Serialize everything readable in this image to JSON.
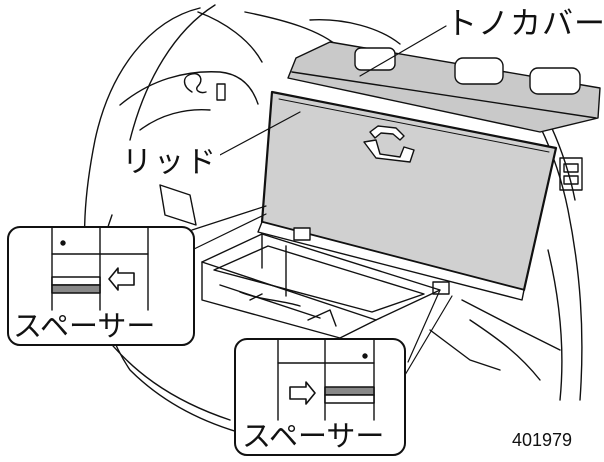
{
  "labels": {
    "tonneau_cover": "トノカバー",
    "lid": "リッド",
    "spacer_left": "スペーサー",
    "spacer_right": "スペーサー",
    "figure_code": "401979"
  },
  "colors": {
    "ink": "#111111",
    "lid_fill": "#d0d0d0",
    "cover_fill": "#c9c9c9",
    "background": "#ffffff"
  }
}
